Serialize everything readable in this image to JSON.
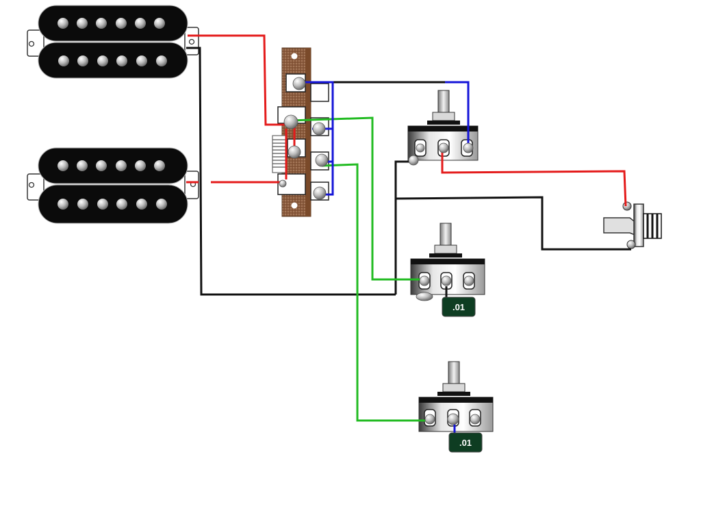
{
  "colors": {
    "hot": "#e41b1b",
    "ground": "#111111",
    "green": "#22bb22",
    "blue": "#1515d8",
    "pickup_body": "#0b0b0b",
    "pole": "#c9c9c9",
    "switch_board": "#8a5a3c",
    "capacitor": "#0e3d22",
    "pot_metal": "#d6d6d6"
  },
  "components": {
    "neck_humbucker": "humbucker-pickup",
    "bridge_humbucker": "humbucker-pickup",
    "pickup_selector": "5-way-lever-switch",
    "volume_pot": "potentiometer",
    "tone_pot_1": "potentiometer",
    "tone_pot_2": "potentiometer",
    "output_jack": "mono-output-jack"
  },
  "capacitors": {
    "tone_cap_1": ".01",
    "tone_cap_2": ".01"
  }
}
